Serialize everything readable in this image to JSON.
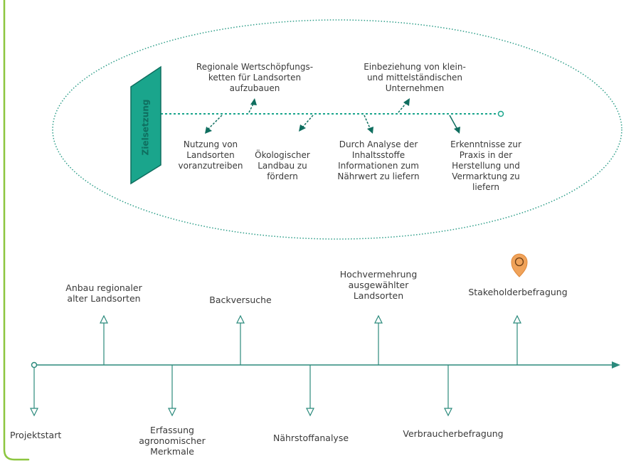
{
  "colors": {
    "frame_green": "#8cc63f",
    "teal": "#1aa58c",
    "teal_dark": "#0f6e5f",
    "timeline": "#2b8a7c",
    "pin": "#f0a35a",
    "text": "#3a3a3a"
  },
  "icons": {
    "frame": "green-corner-frame",
    "goal_shape": "hexagon-shape",
    "pin": "map-pin-icon"
  },
  "goals": {
    "title": "Zielsetzung",
    "items": [
      {
        "id": "goal-1",
        "text": "Nutzung von\nLandsorten\nvoranzutreiben"
      },
      {
        "id": "goal-2",
        "text": "Regionale Wertschöpfungs-\nketten für Landsorten\naufzubauen"
      },
      {
        "id": "goal-3",
        "text": "Ökologischer\nLandbau zu\nfördern"
      },
      {
        "id": "goal-4",
        "text": "Durch Analyse der\nInhaltsstoffe\nInformationen zum\nNährwert zu liefern"
      },
      {
        "id": "goal-5",
        "text": "Einbeziehung von klein-\nund mittelständischen\nUnternehmen"
      },
      {
        "id": "goal-6",
        "text": "Erkenntnisse zur\nPraxis in der\nHerstellung und\nVermarktung zu\nliefern"
      }
    ]
  },
  "timeline": {
    "steps": [
      {
        "id": "step-1",
        "text": "Projektstart",
        "side": "below"
      },
      {
        "id": "step-2",
        "text": "Anbau regionaler\nalter Landsorten",
        "side": "above"
      },
      {
        "id": "step-3",
        "text": "Erfassung\nagronomischer\nMerkmale",
        "side": "below"
      },
      {
        "id": "step-4",
        "text": "Backversuche",
        "side": "above"
      },
      {
        "id": "step-5",
        "text": "Nährstoffanalyse",
        "side": "below"
      },
      {
        "id": "step-6",
        "text": "Hochvermehrung\nausgewählter\nLandsorten",
        "side": "above"
      },
      {
        "id": "step-7",
        "text": "Verbraucherbefragung",
        "side": "below"
      },
      {
        "id": "step-8",
        "text": "Stakeholderbefragung",
        "side": "above",
        "marker": "map-pin-icon"
      }
    ]
  }
}
